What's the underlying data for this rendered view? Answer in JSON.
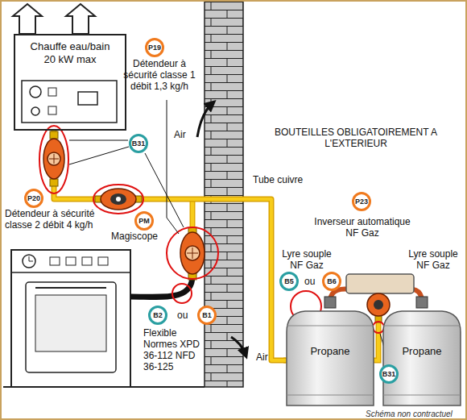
{
  "diagram": {
    "nodes": [
      {
        "text": [
          "Chauffe eau/bain 20 kW max"
        ]
      },
      {
        "text": [
          "Propane"
        ]
      },
      {
        "text": [
          "Propane"
        ]
      }
    ],
    "edges": [
      {
        "from": 1,
        "to": 0,
        "arrow": "none"
      }
    ],
    "labels": [
      "P19",
      "Détendeur à sécurité classe 1 débit 1,3 kg/h",
      "Air",
      "B31",
      "P20",
      "Détendeur à sécurité classe 2 débit 4 kg/h",
      "PM",
      "Magiscope",
      "B2",
      "ou",
      "B1",
      "Flexible Normes XPD 36-112 NFD 36-125",
      "Air",
      "BOUTEILLES OBLIGATOIREMENT A L'EXTERIEUR",
      "Tube cuivre",
      "P23",
      "Inverseur automatique NF Gaz",
      "Lyre souple NF Gaz",
      "Lyre souple NF Gaz",
      "B5",
      "ou",
      "B6",
      "B31",
      "Schéma non contractuel"
    ]
  }
}
